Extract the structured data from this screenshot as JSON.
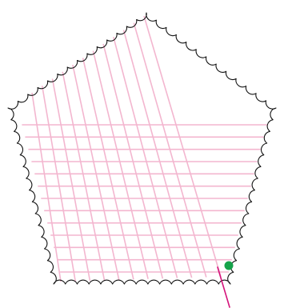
{
  "diagram": {
    "shape": "pentagon",
    "edge_style": "scalloped",
    "weaving": {
      "horizontal_strand_count": 13,
      "diagonal_strand_count": 12,
      "strand_color": "#f3b6cf",
      "loom_outline_color": "#111111"
    },
    "working_strand": {
      "color": "#d4127a"
    },
    "marker": {
      "shape": "dot",
      "color": "#16a34a"
    }
  }
}
